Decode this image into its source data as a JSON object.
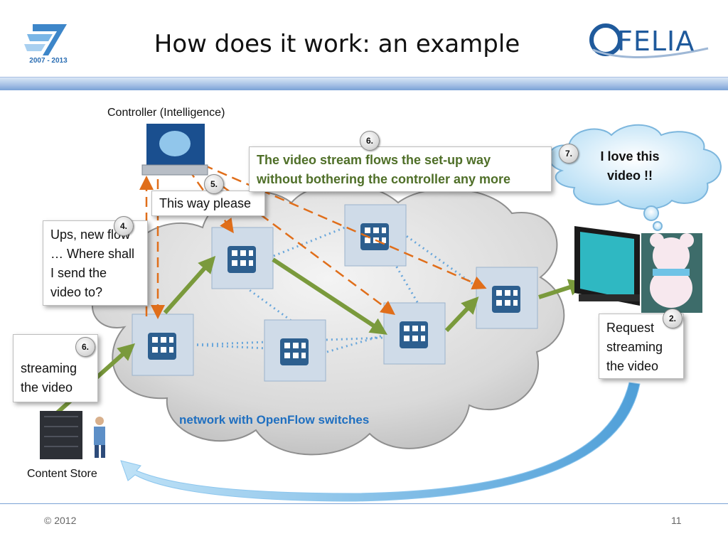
{
  "header": {
    "title": "How does it work: an example",
    "fp7_years": "2007 - 2013",
    "brand": "FELIA"
  },
  "labels": {
    "controller": "Controller (Intelligence)",
    "content_store": "Content Store",
    "network": "network with OpenFlow switches"
  },
  "notes": {
    "ups": "Ups, new flow … Where shall I send the video to?",
    "this_way": "This way please",
    "streaming": "streaming the video",
    "set_up_way_line1": "The video stream flows the set-up way",
    "set_up_way_line2": "without bothering the controller any more",
    "love_line1": "I love this",
    "love_line2": "video !!",
    "request": "Request streaming the video"
  },
  "badges": {
    "ups": "4.",
    "this_way": "5.",
    "streaming": "6.",
    "set_up_way": "6.",
    "love": "7.",
    "request": "2."
  },
  "footer": {
    "copyright": "© 2012",
    "page": "11"
  },
  "colors": {
    "flow_arrow": "#7a9a3c",
    "control_arrow": "#e06e1a",
    "link": "#6aa7db",
    "accent_blue": "#1f6fc0"
  }
}
